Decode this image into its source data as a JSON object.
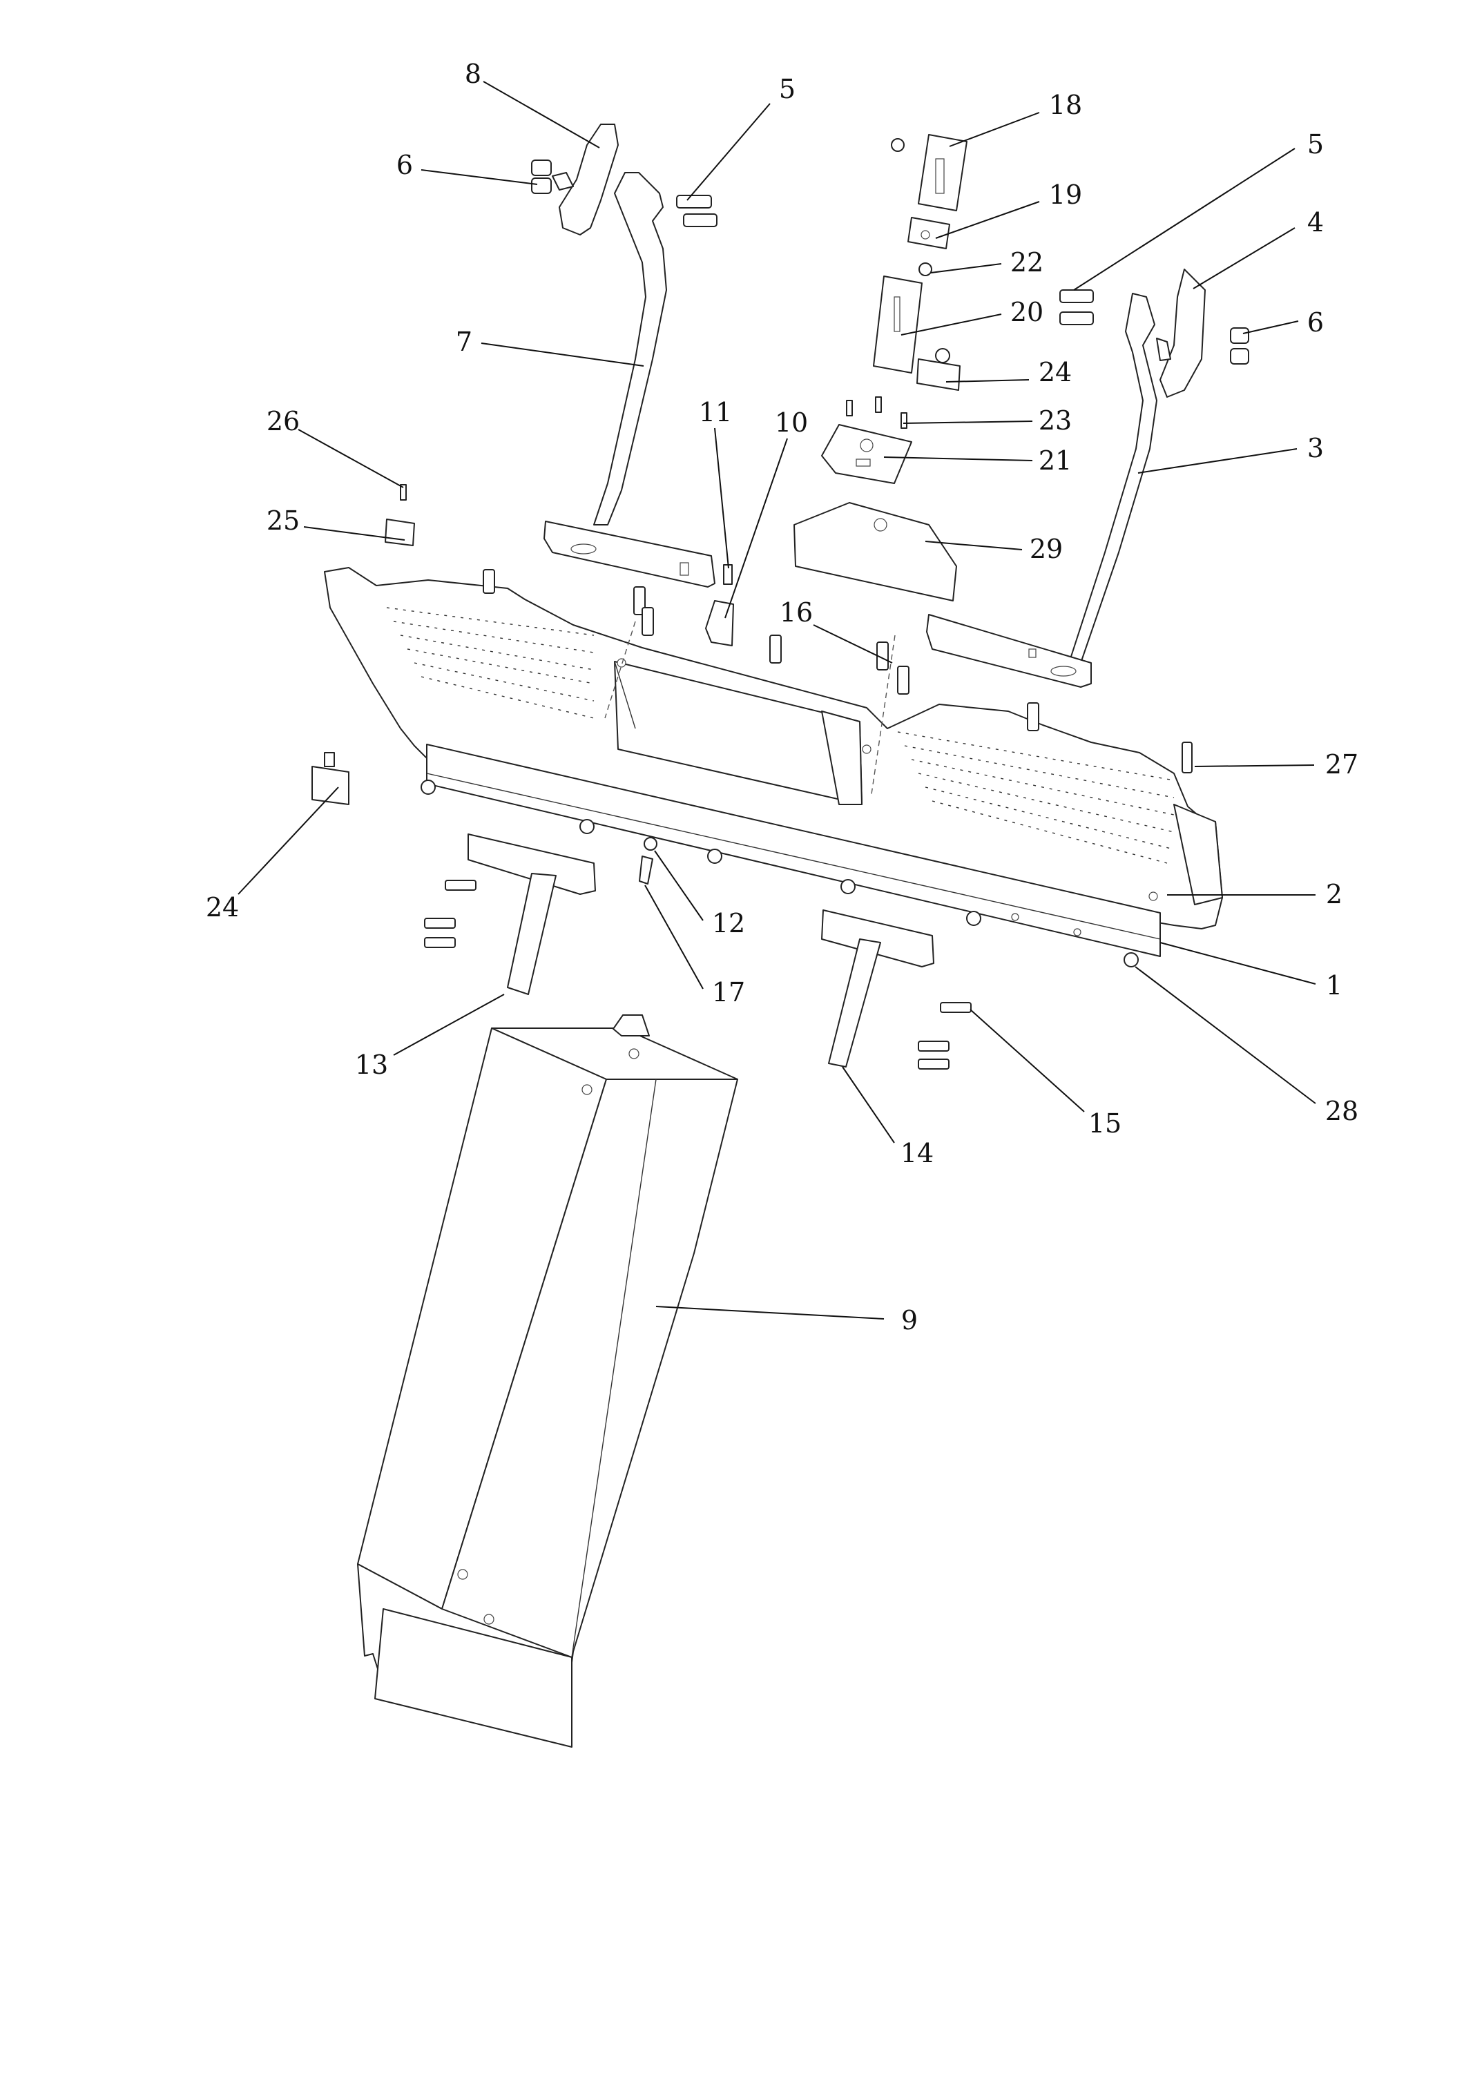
{
  "diagram": {
    "callouts": [
      {
        "id": "c1",
        "text": "8"
      },
      {
        "id": "c2",
        "text": "5"
      },
      {
        "id": "c3",
        "text": "18"
      },
      {
        "id": "c4",
        "text": "6"
      },
      {
        "id": "c5",
        "text": "19"
      },
      {
        "id": "c6",
        "text": "5"
      },
      {
        "id": "c7",
        "text": "4"
      },
      {
        "id": "c8",
        "text": "22"
      },
      {
        "id": "c9",
        "text": "20"
      },
      {
        "id": "c10",
        "text": "6"
      },
      {
        "id": "c11",
        "text": "7"
      },
      {
        "id": "c12",
        "text": "24"
      },
      {
        "id": "c13",
        "text": "26"
      },
      {
        "id": "c14",
        "text": "11"
      },
      {
        "id": "c15",
        "text": "10"
      },
      {
        "id": "c16",
        "text": "23"
      },
      {
        "id": "c17",
        "text": "21"
      },
      {
        "id": "c18",
        "text": "3"
      },
      {
        "id": "c19",
        "text": "25"
      },
      {
        "id": "c20",
        "text": "29"
      },
      {
        "id": "c21",
        "text": "16"
      },
      {
        "id": "c22",
        "text": "27"
      },
      {
        "id": "c23",
        "text": "2"
      },
      {
        "id": "c24",
        "text": "24"
      },
      {
        "id": "c25",
        "text": "12"
      },
      {
        "id": "c26",
        "text": "17"
      },
      {
        "id": "c27",
        "text": "1"
      },
      {
        "id": "c28",
        "text": "13"
      },
      {
        "id": "c29",
        "text": "28"
      },
      {
        "id": "c30",
        "text": "15"
      },
      {
        "id": "c31",
        "text": "14"
      },
      {
        "id": "c32",
        "text": "9"
      }
    ]
  }
}
